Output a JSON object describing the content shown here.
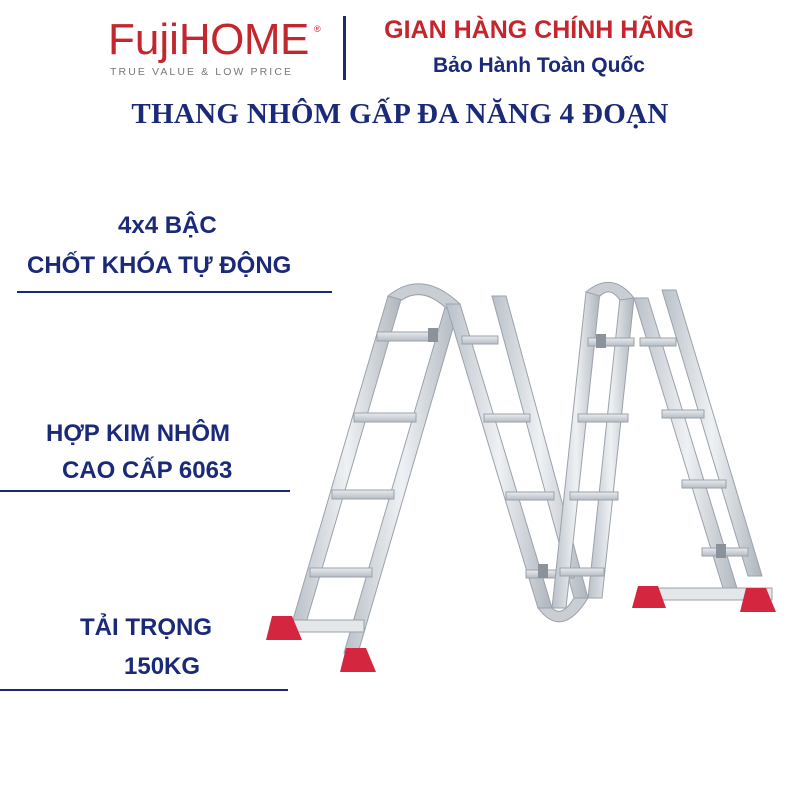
{
  "brand": {
    "name_part1": "Fuji",
    "name_part2": "HOME",
    "registered": "®",
    "tagline": "TRUE VALUE & LOW PRICE"
  },
  "shop": {
    "title": "GIAN HÀNG CHÍNH HÃNG",
    "subtitle": "Bảo Hành Toàn Quốc"
  },
  "product": {
    "title": "THANG NHÔM GẤP ĐA NĂNG 4 ĐOẠN"
  },
  "features": [
    {
      "line1": "4x4 BẬC",
      "line2": "CHỐT KHÓA TỰ ĐỘNG"
    },
    {
      "line1": "HỢP KIM NHÔM",
      "line2": "CAO CẤP 6063"
    },
    {
      "line1": "TẢI TRỌNG",
      "line2": "150KG"
    }
  ],
  "colors": {
    "brand_red": "#c4262e",
    "navy": "#1b2a78",
    "foot_red": "#d5263f",
    "aluminum": "#d3d8de"
  },
  "image": {
    "subject": "folding-aluminum-ladder"
  }
}
